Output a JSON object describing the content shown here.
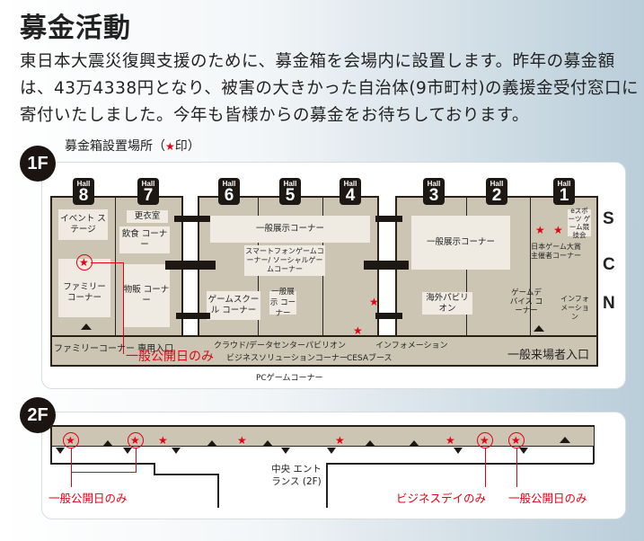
{
  "header": {
    "title": "募金活動",
    "body": "東日本大震災復興支援のために、募金箱を会場内に設置します。昨年の募金額は、43万4338円となり、被害の大きかった自治体(9市町村)の義援金受付窓口に寄付いたしました。今年も皆様からの募金をお待ちしております。"
  },
  "legend": {
    "label": "募金箱設置場所（",
    "star": "★",
    "suffix": "印）"
  },
  "floor1": {
    "badge": "1F",
    "halls": [
      {
        "word": "Hall",
        "num": "8"
      },
      {
        "word": "Hall",
        "num": "7"
      },
      {
        "word": "Hall",
        "num": "6"
      },
      {
        "word": "Hall",
        "num": "5"
      },
      {
        "word": "Hall",
        "num": "4"
      },
      {
        "word": "Hall",
        "num": "3"
      },
      {
        "word": "Hall",
        "num": "2"
      },
      {
        "word": "Hall",
        "num": "1"
      }
    ],
    "areas": {
      "event_stage": "イベント ステージ",
      "family_corner": "ファミリー コーナー",
      "changing_room": "更衣室",
      "food_corner": "飲食 コーナー",
      "merch_corner": "物販 コーナー",
      "general_left": "一般展示コーナー",
      "smartphone": "スマートフォンゲームコーナー/ ソーシャルゲームコーナー",
      "game_school": "ゲームスクール コーナー",
      "general_small": "一般展示 コーナー",
      "general_right": "一般展示コーナー",
      "overseas": "海外パビリオン",
      "game_device": "ゲームデバイス コーナー",
      "japan_game_awards": "日本ゲーム大賞 主催者コーナー",
      "esports": "eスポーツ ゲーム競技会",
      "information_right": "インフォ メーション"
    },
    "callouts": {
      "cloud": "クラウド/データセンターパビリオン",
      "business": "ビジネスソリューションコーナー",
      "pc": "PCゲームコーナー",
      "cesa": "CESAブース",
      "information": "インフォメーション",
      "family_entrance": "ファミリーコーナー 専用入口",
      "general_entrance": "一般来場者入口",
      "public_days_only": "一般公開日のみ"
    },
    "sides": [
      "S",
      "C",
      "N"
    ]
  },
  "floor2": {
    "badge": "2F",
    "central_entrance": "中央 エントランス (2F)",
    "notes": [
      "一般公開日のみ",
      "ビジネスデイのみ",
      "一般公開日のみ"
    ]
  },
  "colors": {
    "accent": "#e50012",
    "hall": "#cdc5b4",
    "dark": "#1e1814"
  }
}
